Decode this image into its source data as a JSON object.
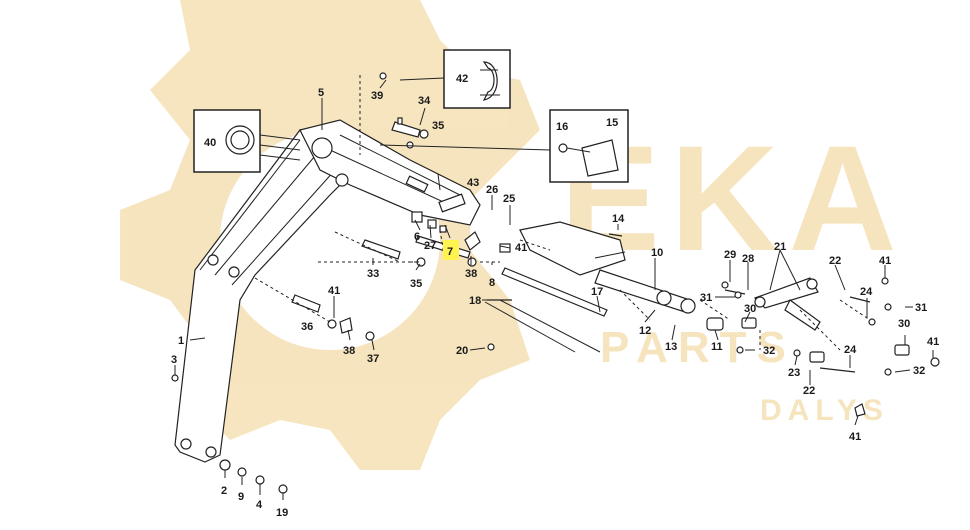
{
  "diagram": {
    "watermark": {
      "brand": "EKA",
      "sub1": "PARTS",
      "sub2": "DALYS",
      "color": "#f6e2b8"
    },
    "highlight_color": "#fff44f",
    "callouts": [
      {
        "id": "c5",
        "text": "5"
      },
      {
        "id": "c39",
        "text": "39"
      },
      {
        "id": "c42",
        "text": "42"
      },
      {
        "id": "c34",
        "text": "34"
      },
      {
        "id": "c35a",
        "text": "35"
      },
      {
        "id": "c40",
        "text": "40"
      },
      {
        "id": "c16",
        "text": "16"
      },
      {
        "id": "c15",
        "text": "15"
      },
      {
        "id": "c43",
        "text": "43"
      },
      {
        "id": "c26",
        "text": "26"
      },
      {
        "id": "c25",
        "text": "25"
      },
      {
        "id": "c14",
        "text": "14"
      },
      {
        "id": "c6",
        "text": "6"
      },
      {
        "id": "c27",
        "text": "27"
      },
      {
        "id": "c7",
        "text": "7"
      },
      {
        "id": "c41a",
        "text": "41"
      },
      {
        "id": "c10",
        "text": "10"
      },
      {
        "id": "c33",
        "text": "33"
      },
      {
        "id": "c35b",
        "text": "35"
      },
      {
        "id": "c38a",
        "text": "38"
      },
      {
        "id": "c8",
        "text": "8"
      },
      {
        "id": "c29",
        "text": "29"
      },
      {
        "id": "c28",
        "text": "28"
      },
      {
        "id": "c21",
        "text": "21"
      },
      {
        "id": "c22a",
        "text": "22"
      },
      {
        "id": "c41b",
        "text": "41"
      },
      {
        "id": "c41c",
        "text": "41"
      },
      {
        "id": "c36",
        "text": "36"
      },
      {
        "id": "c18",
        "text": "18"
      },
      {
        "id": "c17",
        "text": "17"
      },
      {
        "id": "c31a",
        "text": "31"
      },
      {
        "id": "c30a",
        "text": "30"
      },
      {
        "id": "c24a",
        "text": "24"
      },
      {
        "id": "c31b",
        "text": "31"
      },
      {
        "id": "c1",
        "text": "1"
      },
      {
        "id": "c38b",
        "text": "38"
      },
      {
        "id": "c37",
        "text": "37"
      },
      {
        "id": "c12",
        "text": "12"
      },
      {
        "id": "c13",
        "text": "13"
      },
      {
        "id": "c11",
        "text": "11"
      },
      {
        "id": "c32a",
        "text": "32"
      },
      {
        "id": "c30b",
        "text": "30"
      },
      {
        "id": "c41d",
        "text": "41"
      },
      {
        "id": "c20",
        "text": "20"
      },
      {
        "id": "c3",
        "text": "3"
      },
      {
        "id": "c23",
        "text": "23"
      },
      {
        "id": "c24b",
        "text": "24"
      },
      {
        "id": "c32b",
        "text": "32"
      },
      {
        "id": "c22b",
        "text": "22"
      },
      {
        "id": "c41e",
        "text": "41"
      },
      {
        "id": "c2",
        "text": "2"
      },
      {
        "id": "c9",
        "text": "9"
      },
      {
        "id": "c4",
        "text": "4"
      },
      {
        "id": "c19",
        "text": "19"
      }
    ]
  }
}
